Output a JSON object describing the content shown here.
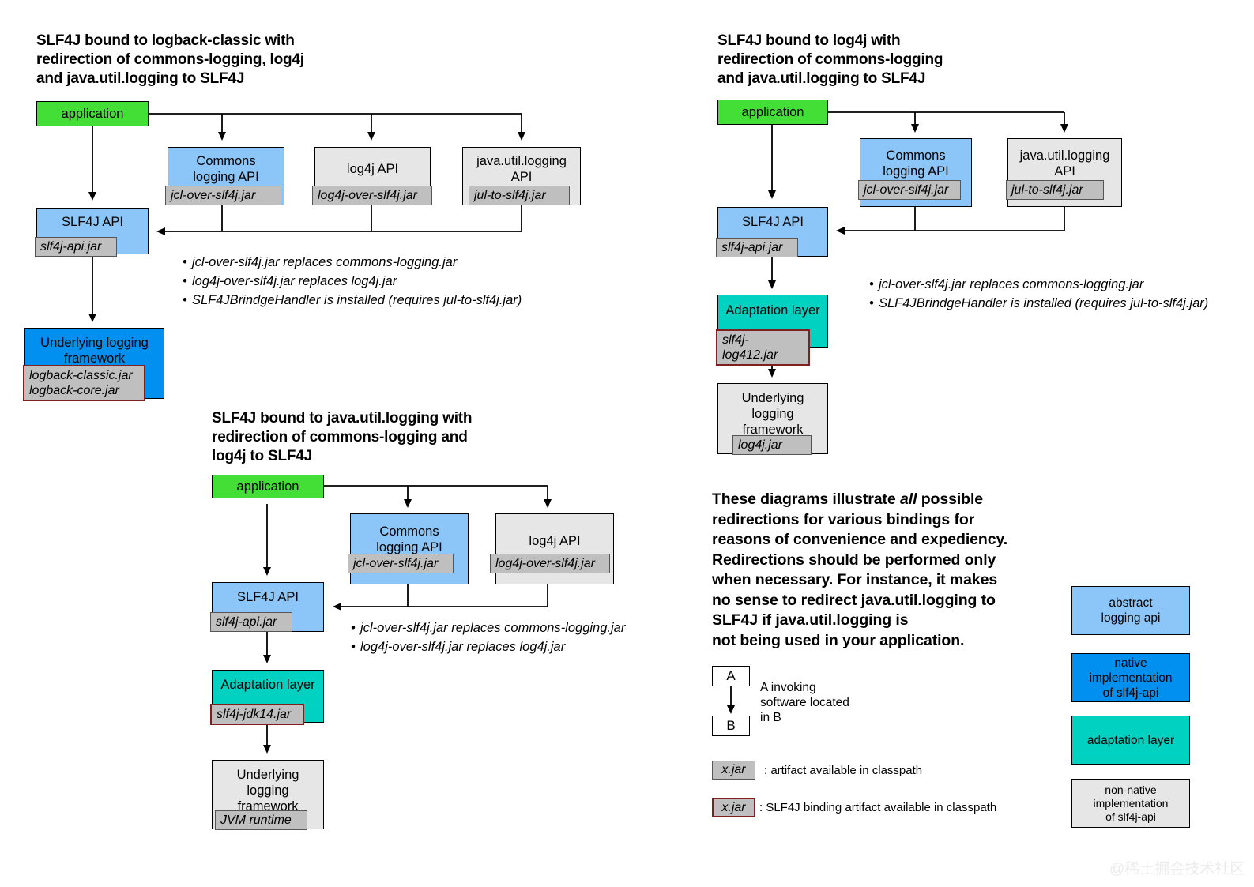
{
  "diagram1": {
    "title": "SLF4J bound to logback-classic with\nredirection of commons-logging, log4j\nand java.util.logging to SLF4J",
    "boxes": {
      "application": "application",
      "commons_api": "Commons\nlogging API",
      "commons_jar": "jcl-over-slf4j.jar",
      "log4j_api": "log4j API",
      "log4j_jar": "log4j-over-slf4j.jar",
      "jul_api": "java.util.logging\nAPI",
      "jul_jar": "jul-to-slf4j.jar",
      "slf4j_api": "SLF4J API",
      "slf4j_jar": "slf4j-api.jar",
      "underlying": "Underlying logging\nframework",
      "underlying_jar": "logback-classic.jar\nlogback-core.jar"
    },
    "notes": [
      "jcl-over-slf4j.jar replaces commons-logging.jar",
      "log4j-over-slf4j.jar replaces log4j.jar",
      "SLF4JBrindgeHandler is installed (requires jul-to-slf4j.jar)"
    ]
  },
  "diagram2": {
    "title": "SLF4J bound to log4j with\nredirection of commons-logging\nand java.util.logging to SLF4J",
    "boxes": {
      "application": "application",
      "commons_api": "Commons\nlogging API",
      "commons_jar": "jcl-over-slf4j.jar",
      "jul_api": "java.util.logging\nAPI",
      "jul_jar": "jul-to-slf4j.jar",
      "slf4j_api": "SLF4J API",
      "slf4j_jar": "slf4j-api.jar",
      "adaptation": "Adaptation layer",
      "adaptation_jar": "slf4j-log412.jar",
      "underlying": "Underlying\nlogging\nframework",
      "underlying_jar": "log4j.jar"
    },
    "notes": [
      "jcl-over-slf4j.jar replaces commons-logging.jar",
      "SLF4JBrindgeHandler is installed (requires jul-to-slf4j.jar)"
    ]
  },
  "diagram3": {
    "title": "SLF4J bound to java.util.logging with\nredirection of commons-logging and\nlog4j to SLF4J",
    "boxes": {
      "application": "application",
      "commons_api": "Commons\nlogging API",
      "commons_jar": "jcl-over-slf4j.jar",
      "log4j_api": "log4j API",
      "log4j_jar": "log4j-over-slf4j.jar",
      "slf4j_api": "SLF4J API",
      "slf4j_jar": "slf4j-api.jar",
      "adaptation": "Adaptation layer",
      "adaptation_jar": "slf4j-jdk14.jar",
      "underlying": "Underlying\nlogging\nframework",
      "underlying_jar": "JVM runtime"
    },
    "notes": [
      "jcl-over-slf4j.jar replaces commons-logging.jar",
      "log4j-over-slf4j.jar replaces log4j.jar"
    ]
  },
  "explanation": {
    "before_italic": "These diagrams illustrate ",
    "italic": "all",
    "after_italic": " possible\nredirections for various bindings for\nreasons of convenience and expediency.\nRedirections should be performed only\nwhen necessary. For instance, it makes\nno sense to redirect java.util.logging to\nSLF4J if java.util.logging is\nnot being used in your application."
  },
  "legend": {
    "node_a": "A",
    "node_b": "B",
    "arrow_caption": "A invoking\nsoftware located\nin B",
    "artifact_jar": "x.jar",
    "artifact_caption": ": artifact available in classpath",
    "binding_jar": "x.jar",
    "binding_caption": ": SLF4J binding artifact available in classpath",
    "color_keys": [
      {
        "label": "abstract\nlogging api",
        "color": "#8cc6f8"
      },
      {
        "label": "native implementation\nof slf4j-api",
        "color": "#0290f0"
      },
      {
        "label": "adaptation layer",
        "color": "#00d1c1"
      },
      {
        "label": "non-native implementation\nof slf4j-api",
        "color": "#e6e6e6"
      }
    ]
  },
  "watermark": "@稀土掘金技术社区"
}
